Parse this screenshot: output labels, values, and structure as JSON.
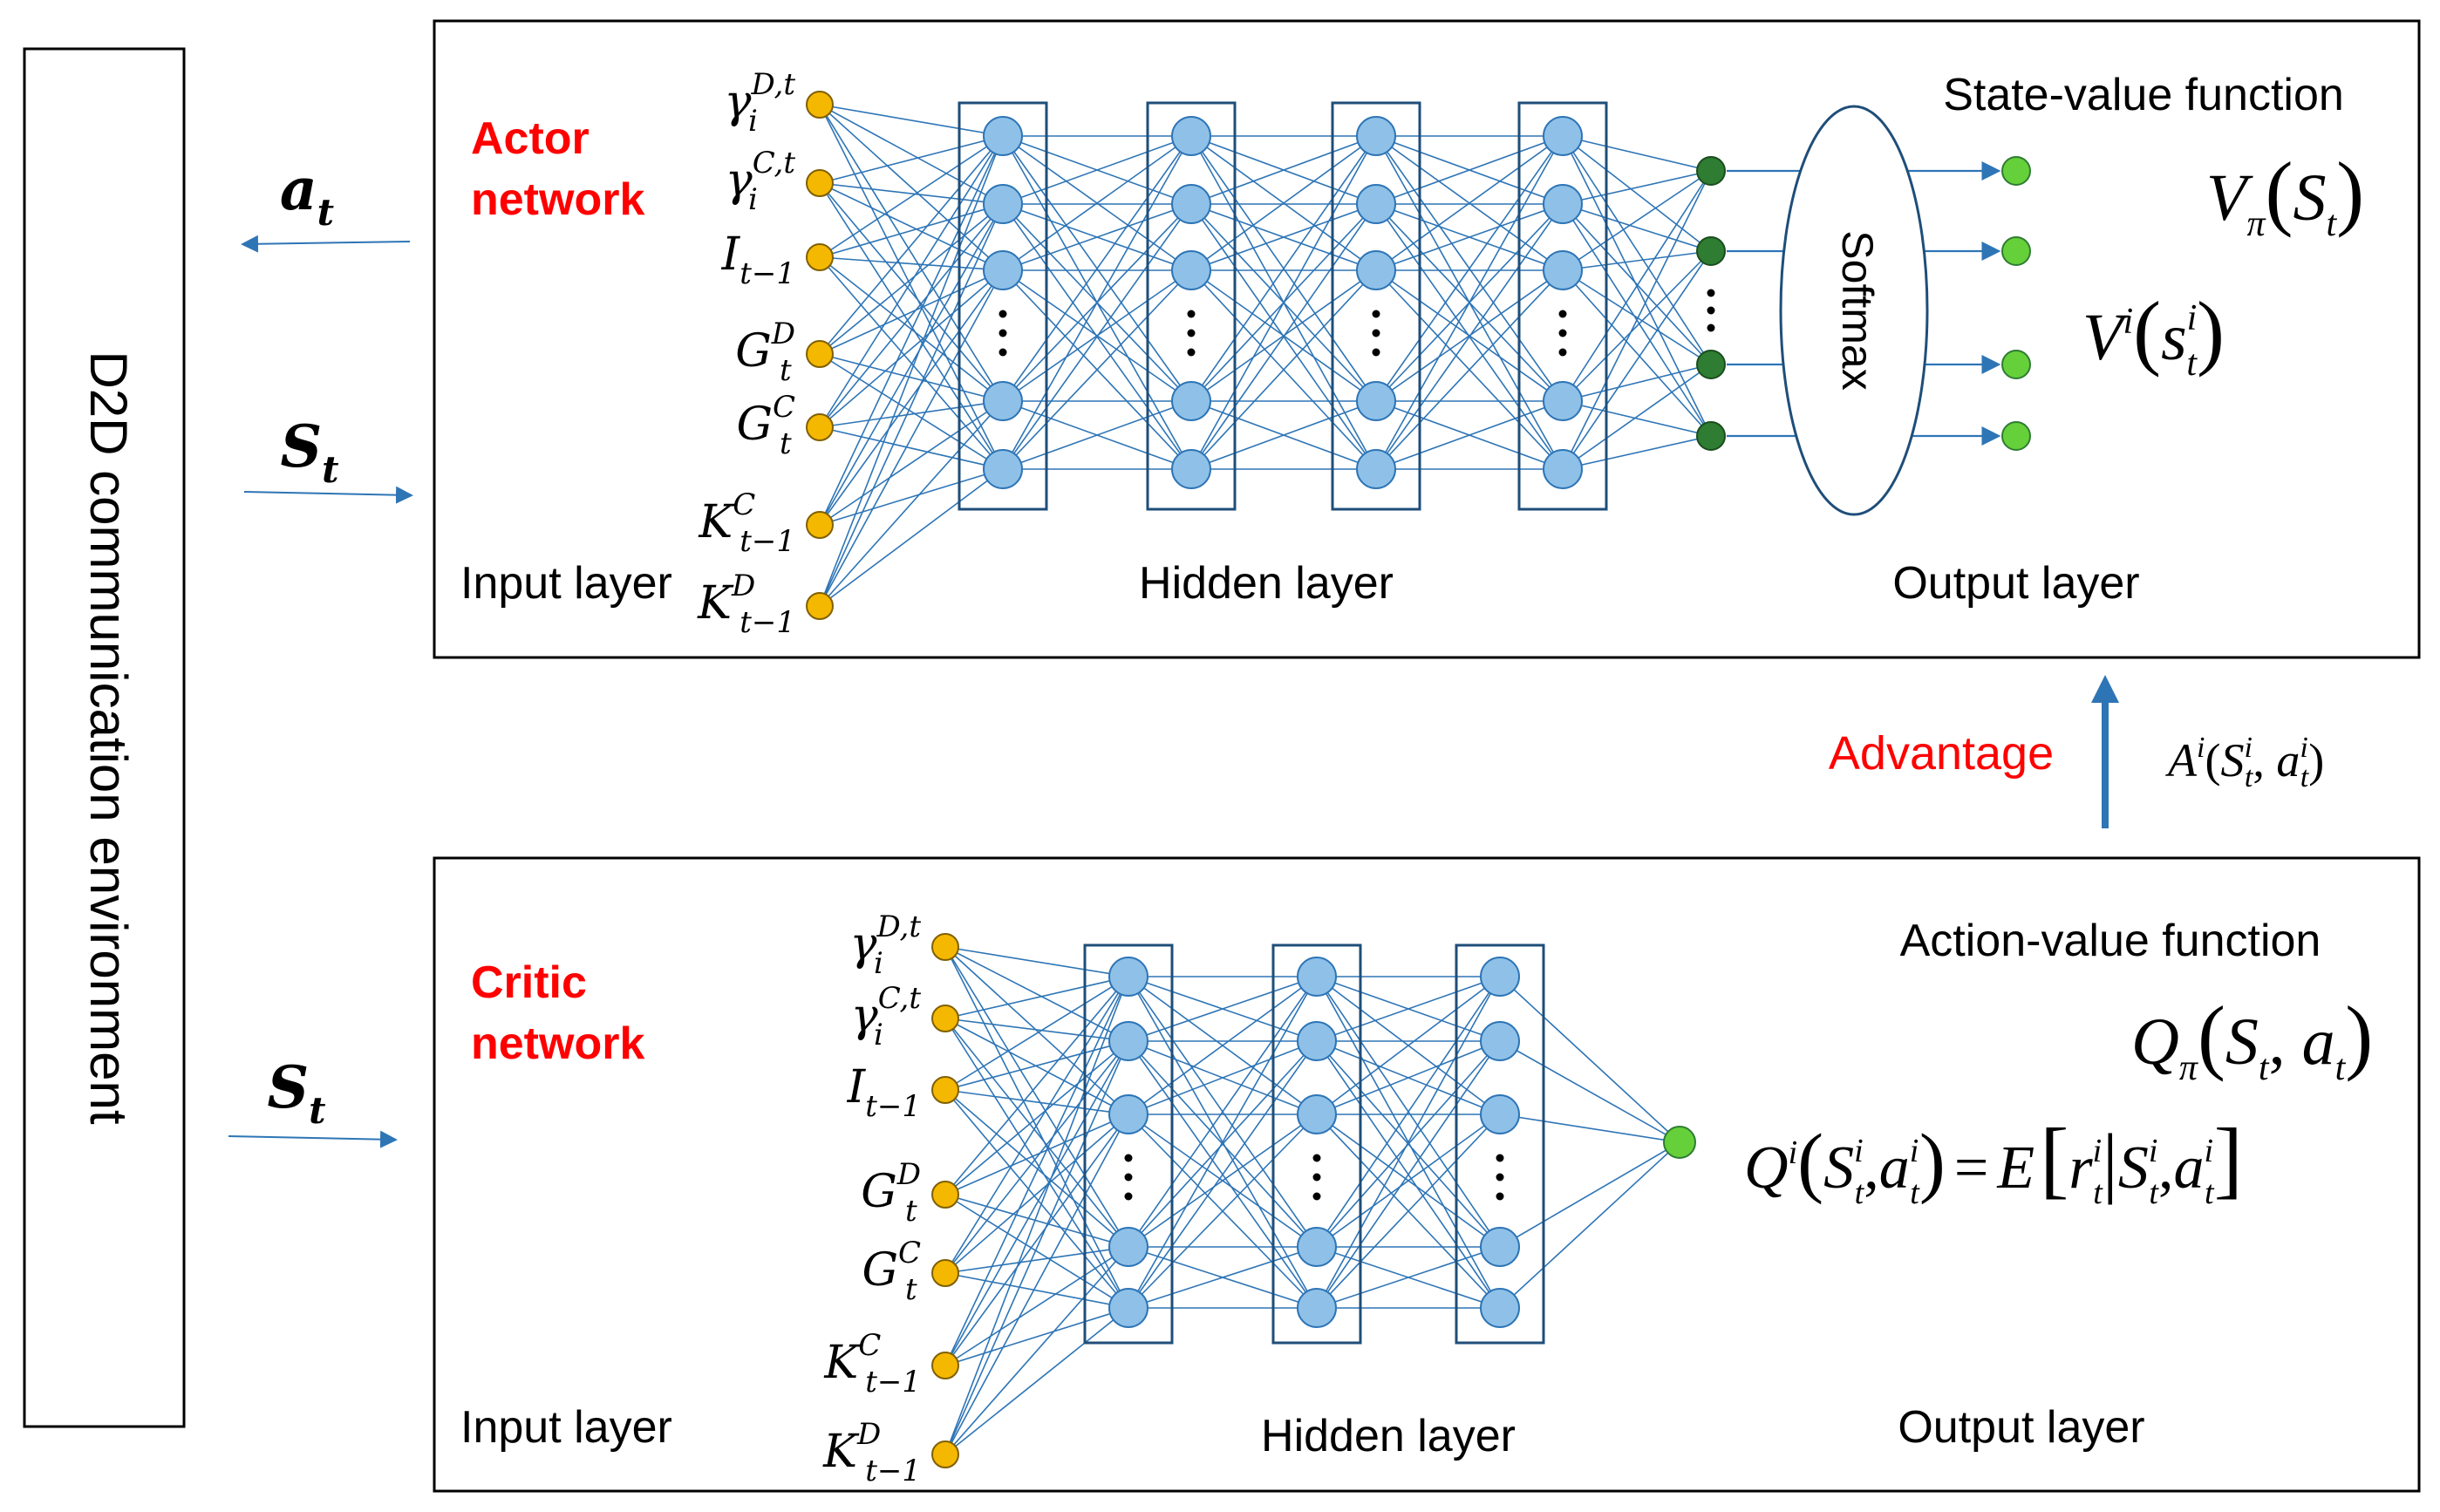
{
  "environment": {
    "label": "D2D communication environment"
  },
  "signals": {
    "action": {
      "base": "a",
      "sub": "t"
    },
    "state_actor": {
      "base": "S",
      "sub": "t"
    },
    "state_critic": {
      "base": "S",
      "sub": "t"
    }
  },
  "actor": {
    "title_line1": "Actor",
    "title_line2": "network",
    "input_layer_label": "Input layer",
    "hidden_layer_label": "Hidden layer",
    "output_layer_label": "Output layer",
    "softmax_label": "Softmax",
    "function_label": "State-value function",
    "inputs": [
      {
        "base": "γ",
        "sub": "i",
        "sup": "D,t"
      },
      {
        "base": "γ",
        "sub": "i",
        "sup": "C,t"
      },
      {
        "base": "I",
        "sub": "t−1",
        "sup": ""
      },
      {
        "base": "G",
        "sub": "t",
        "sup": "D"
      },
      {
        "base": "G",
        "sub": "t",
        "sup": "C"
      },
      {
        "base": "K",
        "sub": "t−1",
        "sup": "C"
      },
      {
        "base": "K",
        "sub": "t−1",
        "sup": "D"
      }
    ],
    "hidden_layers": 4,
    "formula_v_pi": {
      "base": "V",
      "base_sub": "π",
      "arg": "S",
      "arg_sub": "t"
    },
    "formula_v_i": {
      "base": "V",
      "base_sup": "i",
      "arg": "s",
      "arg_sub": "t",
      "arg_sup": "i"
    }
  },
  "advantage": {
    "label": "Advantage",
    "formula": {
      "base": "A",
      "sup": "i",
      "arg1": "S",
      "arg1_sub": "t",
      "arg1_sup": "i",
      "arg2": "a",
      "arg2_sub": "t",
      "arg2_sup": "i"
    }
  },
  "critic": {
    "title_line1": "Critic",
    "title_line2": "network",
    "input_layer_label": "Input layer",
    "hidden_layer_label": "Hidden layer",
    "output_layer_label": "Output layer",
    "function_label": "Action-value function",
    "inputs": [
      {
        "base": "γ",
        "sub": "i",
        "sup": "D,t"
      },
      {
        "base": "γ",
        "sub": "i",
        "sup": "C,t"
      },
      {
        "base": "I",
        "sub": "t−1",
        "sup": ""
      },
      {
        "base": "G",
        "sub": "t",
        "sup": "D"
      },
      {
        "base": "G",
        "sub": "t",
        "sup": "C"
      },
      {
        "base": "K",
        "sub": "t−1",
        "sup": "C"
      },
      {
        "base": "K",
        "sub": "t−1",
        "sup": "D"
      }
    ],
    "hidden_layers": 3,
    "formula_q_pi": {
      "base": "Q",
      "base_sub": "π",
      "arg1": "S",
      "arg1_sub": "t",
      "arg2": "a",
      "arg2_sub": "t"
    },
    "formula_q_i": {
      "lhs": "Q",
      "lhs_sup": "i",
      "S": "S",
      "a": "a",
      "sub": "t",
      "sup": "i",
      "eq": "=",
      "E": "E",
      "r": "r"
    }
  },
  "colors": {
    "input_node": "#f5b800",
    "hidden_node": "#8fc1e8",
    "hidden_node_stroke": "#2e75b6",
    "actor_output_node": "#2e7d32",
    "final_output_node": "#66d03a",
    "edge": "#2e75b6",
    "label_red": "#ff0000",
    "frame": "#000000"
  }
}
